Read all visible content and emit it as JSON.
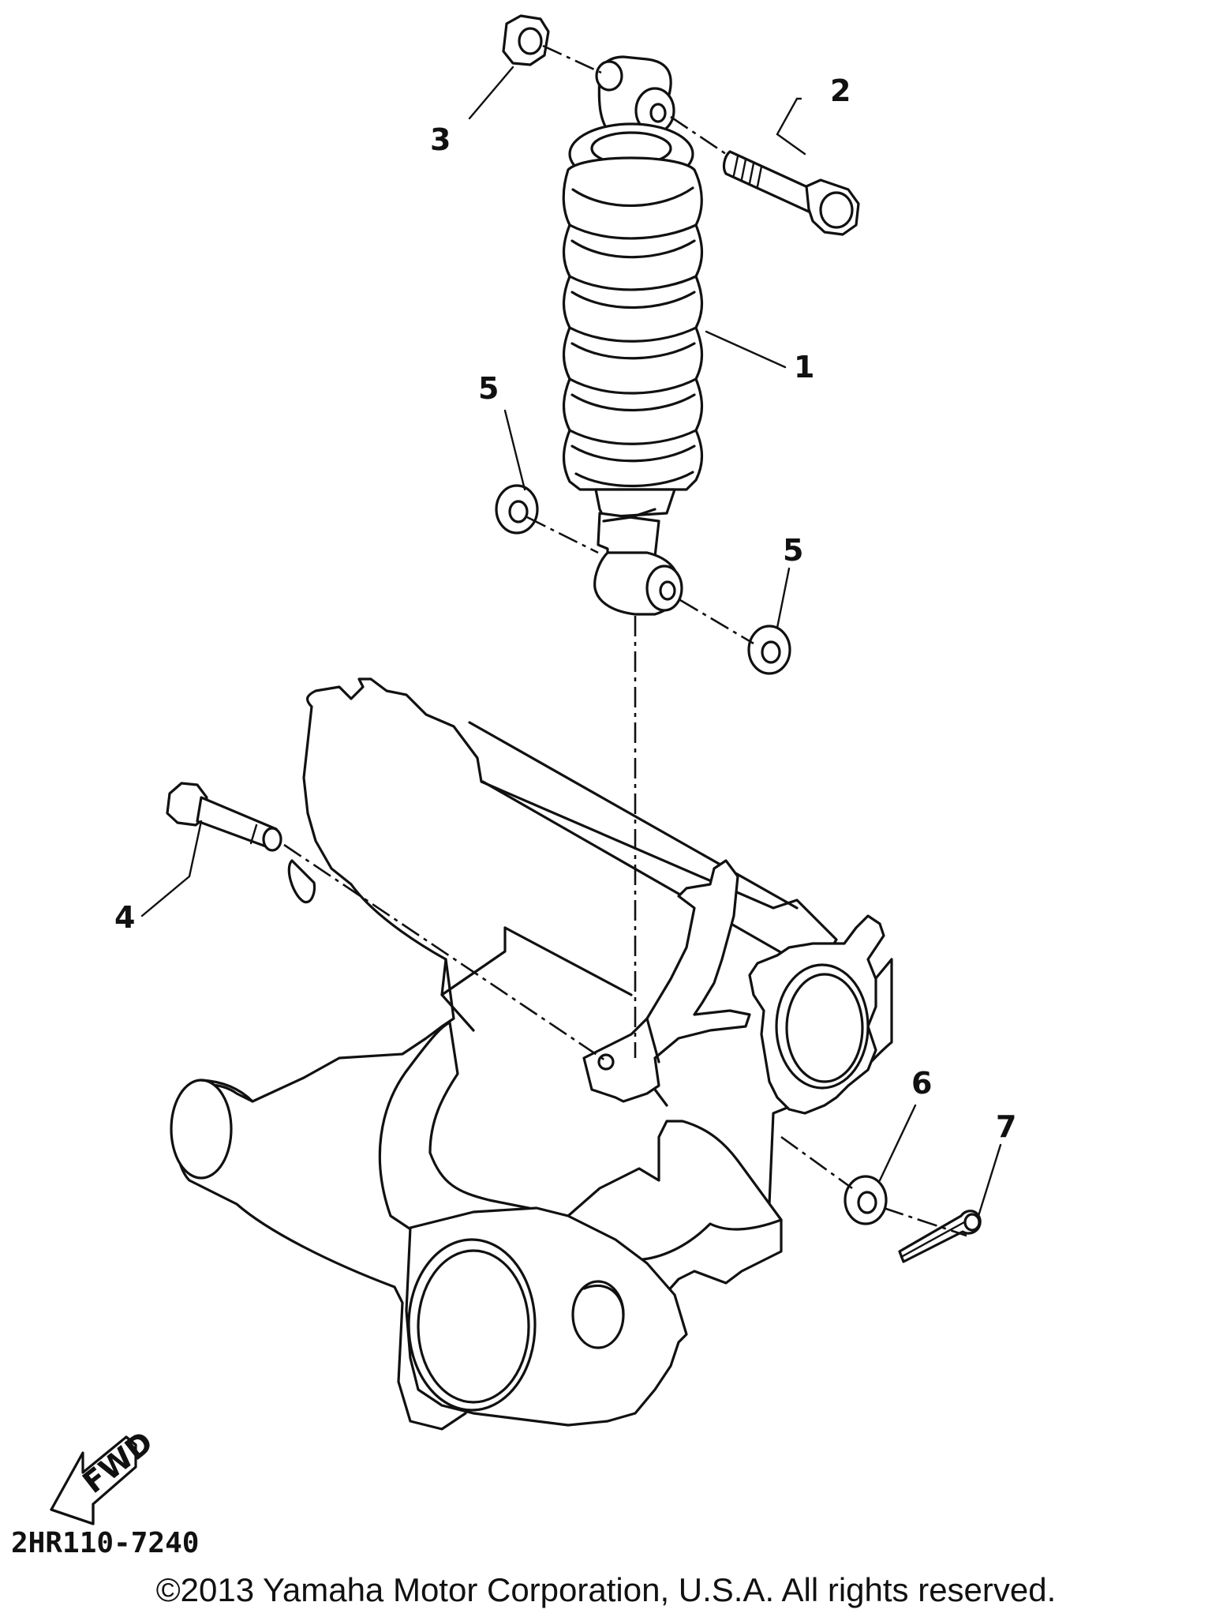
{
  "callouts": {
    "c1": "1",
    "c2": "2",
    "c3": "3",
    "c4": "4",
    "c5a": "5",
    "c5b": "5",
    "c6": "6",
    "c7": "7"
  },
  "fwd_arrow_label": "FWD",
  "diagram_code": "2HR110-7240",
  "copyright": "©2013 Yamaha Motor Corporation, U.S.A. All rights reserved."
}
